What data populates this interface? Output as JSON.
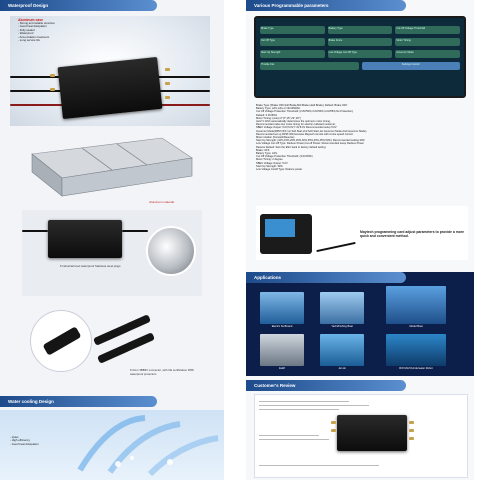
{
  "left": {
    "waterproof": {
      "banner": "Waterproof Design",
      "features_title": "Aluminum case",
      "features": [
        "- Strong and reliable structure",
        "- Good heat dissipation",
        "- Fully sealed",
        "- Waterproof",
        "- Anti-oxidation treatment",
        "- Long service life"
      ],
      "aluminum_caption": "Aluminum material",
      "plugs_caption": "6 Industrial level waterproof Stainless steel plugs",
      "connector_caption": "6.0mm 3BB3X connector, with CE certification IP68 waterproof protectors"
    },
    "cooling": {
      "banner": "Water cooling Design",
      "features": [
        "- Quiet",
        "- High efficiency",
        "- Good heat dissipation"
      ]
    }
  },
  "right": {
    "params": {
      "banner": "Various Programmable parameters",
      "card_cells": [
        "Brake Type",
        "Battery Type",
        "Cut-Off Voltage Threshold",
        "Cut Off Type",
        "Brake Force",
        "Motor Timing",
        "Start Up Strength",
        "Low Voltage Cut-Off Type",
        "Governor Mode",
        "Throttle Cal."
      ],
      "card_title": "Settings Control",
      "lines": [
        "Brake Type: [Brake OFF,Soft Brake,Mid Brake,Hard Brake]. Default: Brake OFF",
        "Battery Type: LiPo,LiFe or NiCd/NiMH.",
        "Cut Off Voltage Protection Threshold: [2.8V/50%,3.0V/60%,3.2V/65%,No Protection].",
        "Default: 3.0V/60%",
        "Motor Timing: (Auto) 0°,8°,15°,22°,30°]",
        "Auto*1: ESC automatically determines the optimum motor timing,",
        "Recommended value low motor timing for electric outboard customer.",
        "SBEC Voltage Output: 5.0V,6.0V,7.4V,8.4V Recommended setup 5.0V",
        "Governor Mode(RPM OFF 1st Soft Start,2nd Soft Start,1st Governor Mode,2nd Governor Mode)",
        "Recommended set up RPM OFF,because Maytech remote with cruise speed control.",
        "Motor rotation (Forward/Reverse)",
        "Start Up Strength: [10%,15%,20%,25%,30%,35%,40%,45%,50%]. Recommended setting 30%",
        "Low Voltage Cut-Off Type: Reduce Power,Cut-off Power. Recommended setup Reduce Power",
        "Restore Default: Sets the ESC back to factory default setting:",
        "Brake: OFF",
        "Battery Type: LiPo",
        "Cut Off Voltage Protection Threshold: (3.0V/60%)",
        "Motor Timing: 2 degree",
        "SBEC Voltage Output: 5.0V",
        "Start Up Strength: 30%",
        "Low Voltage Cutoff Type: Reduce power"
      ],
      "card_note": "Maytech programming card adjust parameters to provide a more quick and convenient method."
    },
    "applications": {
      "banner": "Applications",
      "tiles": [
        "Electric Surfboard",
        "Yacht/Fishing Boat",
        "Model Boat",
        "Esk8",
        "Jet ski",
        "ROV/AUV/Underwater Robot"
      ]
    },
    "review": {
      "banner": "Customer's Review"
    }
  }
}
